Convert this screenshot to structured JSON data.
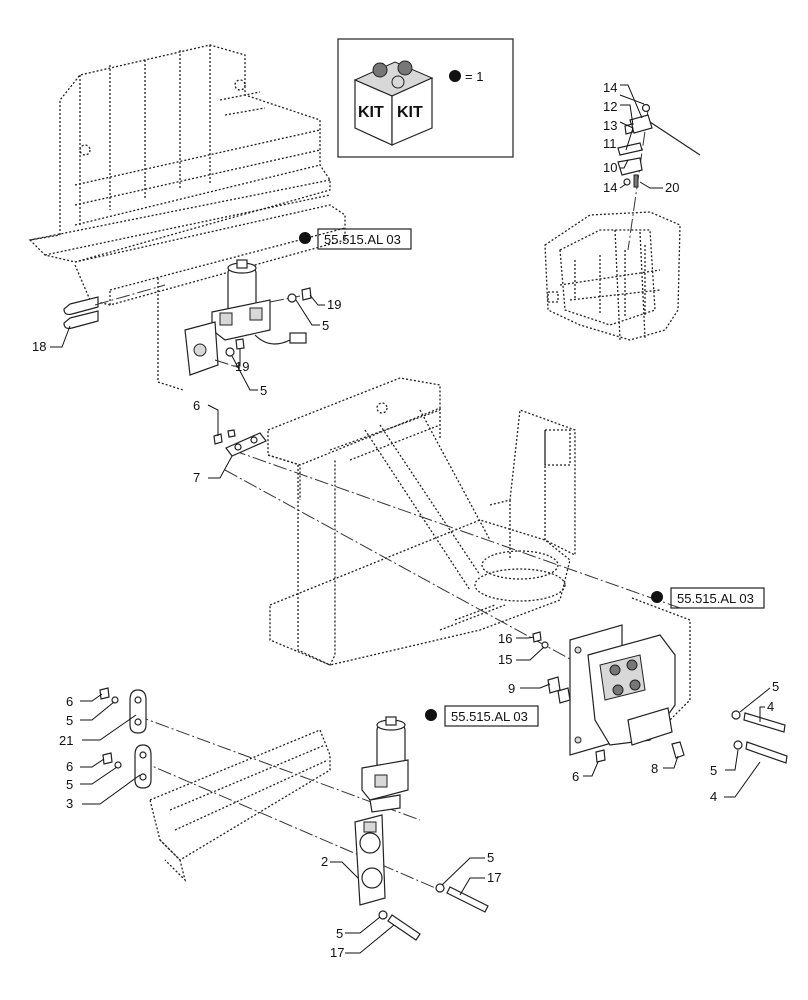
{
  "kit_box": {
    "label_1": "KIT",
    "label_2": "KIT",
    "legend": "= 1"
  },
  "references": {
    "ref_top": "55.515.AL 03",
    "ref_right": "55.515.AL 03",
    "ref_bottom": "55.515.AL 03"
  },
  "callouts": {
    "c14a": "14",
    "c12": "12",
    "c13": "13",
    "c11": "11",
    "c10": "10",
    "c14b": "14",
    "c20": "20",
    "c19a": "19",
    "c5a": "5",
    "c18": "18",
    "c19b": "19",
    "c5b": "5",
    "c6a": "6",
    "c7": "7",
    "c16": "16",
    "c15": "15",
    "c9": "9",
    "c5c": "5",
    "c4a": "4",
    "c5d": "5",
    "c4b": "4",
    "c8": "8",
    "c6d": "6",
    "c6b": "6",
    "c5e": "5",
    "c21": "21",
    "c6c": "6",
    "c5f": "5",
    "c3": "3",
    "c2": "2",
    "c5g": "5",
    "c17a": "17",
    "c5h": "5",
    "c17b": "17"
  }
}
